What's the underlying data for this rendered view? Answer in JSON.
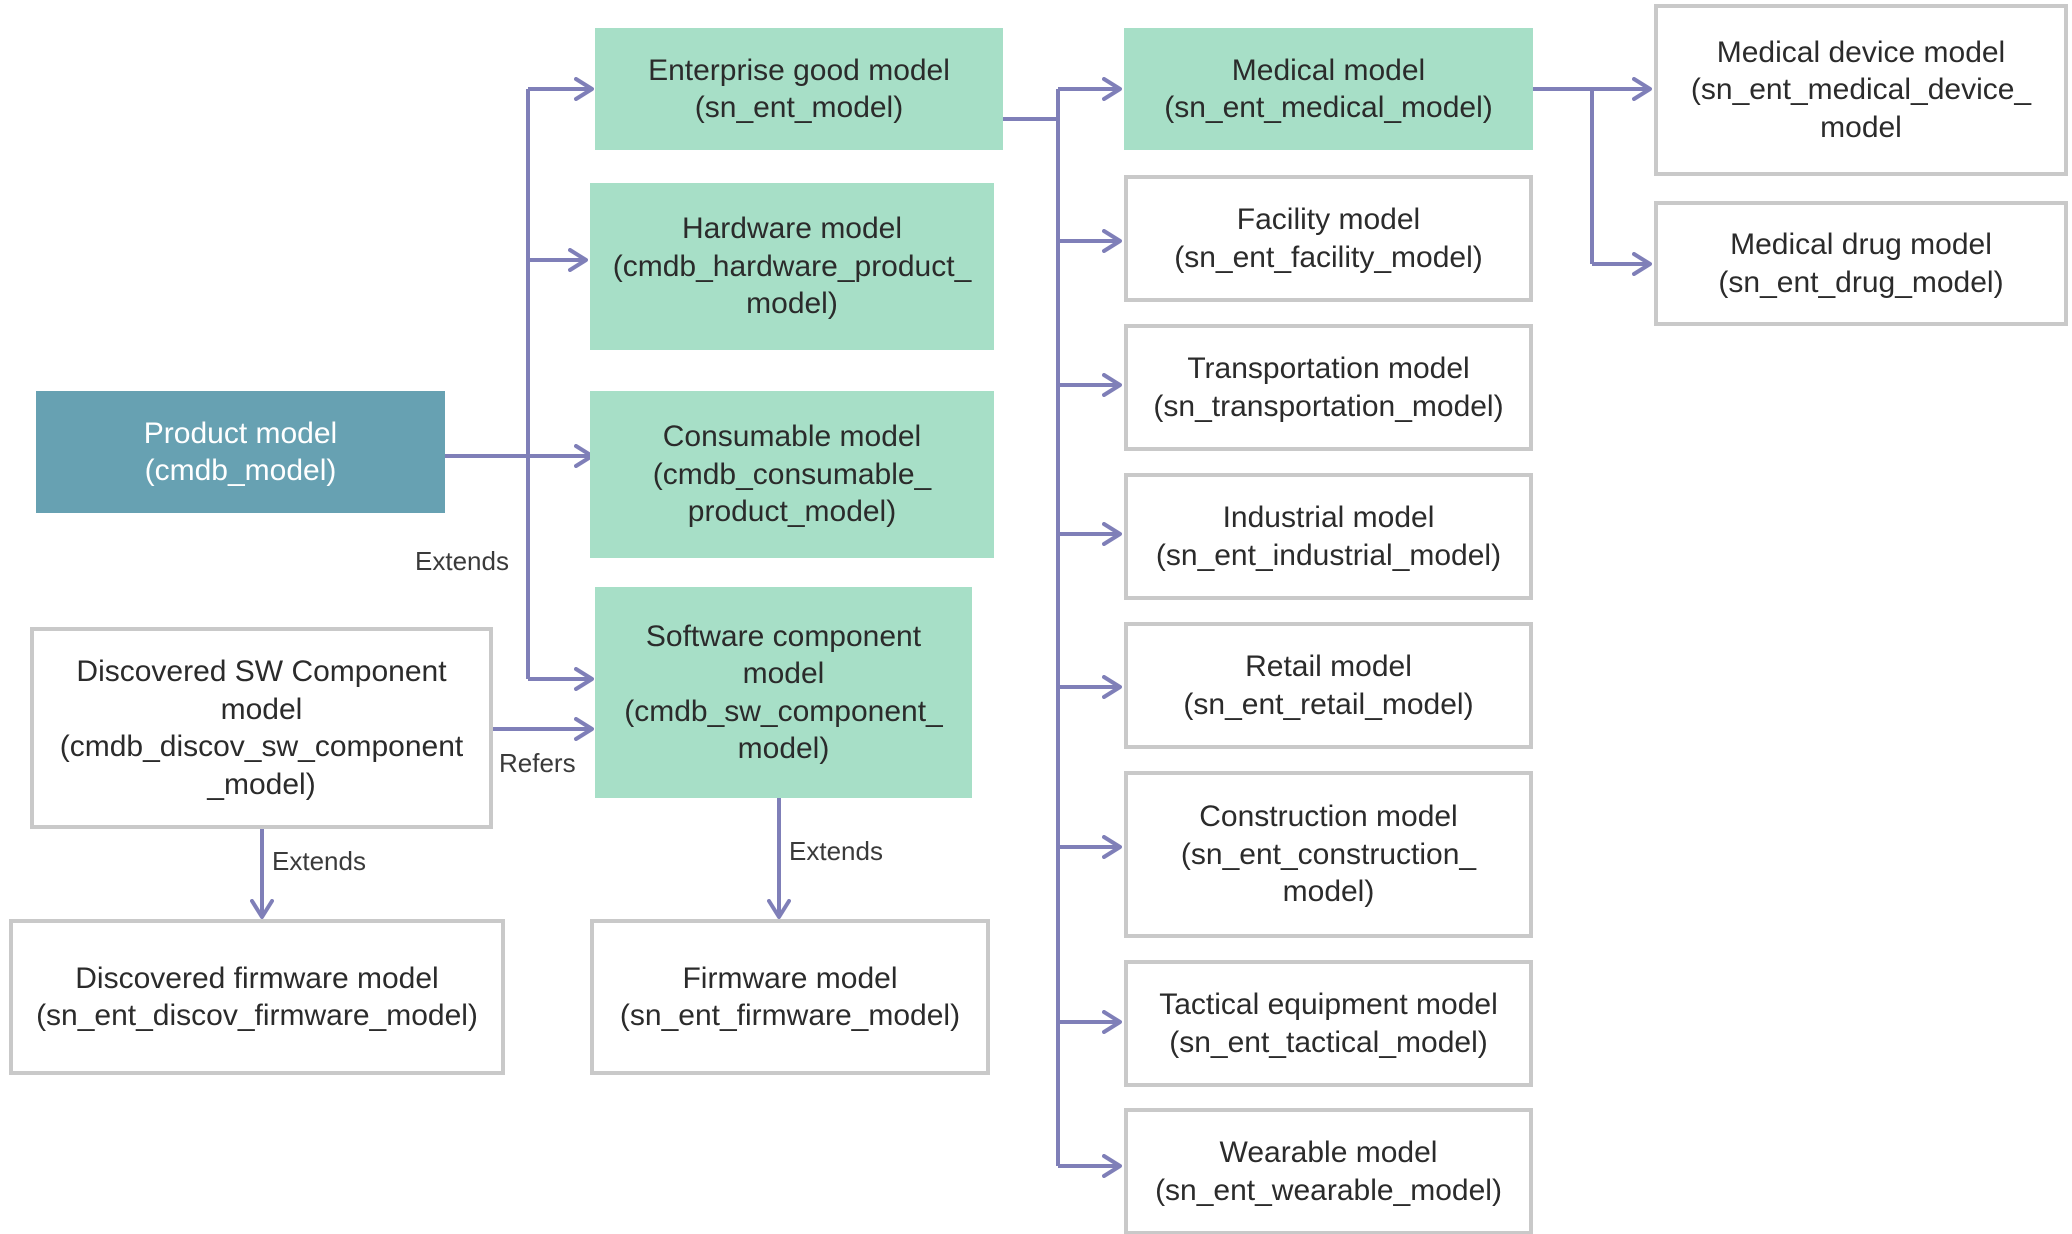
{
  "colors": {
    "connector": "#7f7fb8",
    "mint": "#a7dfc7",
    "teal": "#67a1b2",
    "outline": "#c9c9c9"
  },
  "nodes": {
    "product": {
      "name": "Product model",
      "table": "(cmdb_model)"
    },
    "enterprise": {
      "name": "Enterprise good model",
      "table": "(sn_ent_model)"
    },
    "hardware": {
      "line1": "Hardware model",
      "line2": "(cmdb_hardware_product_",
      "line3": "model)"
    },
    "consumable": {
      "line1": "Consumable model",
      "line2": "(cmdb_consumable_",
      "line3": "product_model)"
    },
    "software": {
      "line1": "Software component",
      "line2": "model",
      "line3": "(cmdb_sw_component_",
      "line4": "model)"
    },
    "discovered_sw": {
      "line1": "Discovered SW Component",
      "line2": "model",
      "line3": "(cmdb_discov_sw_component",
      "line4": "_model)"
    },
    "discovered_fw": {
      "name": "Discovered firmware model",
      "table": "(sn_ent_discov_firmware_model)"
    },
    "firmware": {
      "name": "Firmware model",
      "table": "(sn_ent_firmware_model)"
    },
    "medical": {
      "name": "Medical model",
      "table": "(sn_ent_medical_model)"
    },
    "facility": {
      "name": "Facility model",
      "table": "(sn_ent_facility_model)"
    },
    "transportation": {
      "name": "Transportation model",
      "table": "(sn_transportation_model)"
    },
    "industrial": {
      "name": "Industrial model",
      "table": "(sn_ent_industrial_model)"
    },
    "retail": {
      "name": "Retail model",
      "table": "(sn_ent_retail_model)"
    },
    "construction": {
      "line1": "Construction model",
      "line2": "(sn_ent_construction_",
      "line3": "model)"
    },
    "tactical": {
      "name": "Tactical equipment model",
      "table": "(sn_ent_tactical_model)"
    },
    "wearable": {
      "name": "Wearable model",
      "table": "(sn_ent_wearable_model)"
    },
    "medical_device": {
      "line1": "Medical device model",
      "line2": "(sn_ent_medical_device_",
      "line3": "model"
    },
    "medical_drug": {
      "name": "Medical drug model",
      "table": "(sn_ent_drug_model)"
    }
  },
  "labels": {
    "extends_product": "Extends",
    "refers": "Refers",
    "extends_discovered": "Extends",
    "extends_software": "Extends"
  }
}
